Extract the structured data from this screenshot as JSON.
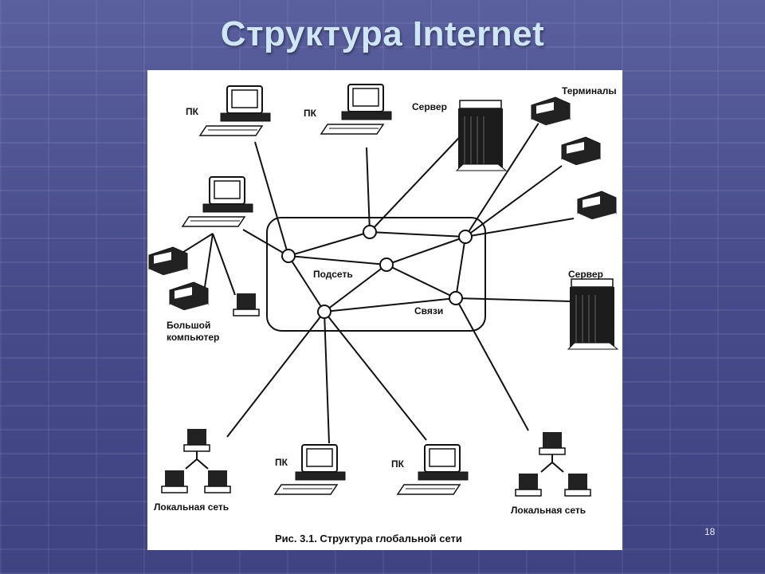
{
  "slide": {
    "title": "Структура Internet",
    "page_number": "18"
  },
  "diagram": {
    "labels": {
      "pc_top_left": "ПК",
      "pc_top_mid": "ПК",
      "server_top": "Сервер",
      "terminals": "Терминалы",
      "server_right": "Сервер",
      "mainframe_line1": "Большой",
      "mainframe_line2": "компьютер",
      "subnet": "Подсеть",
      "links": "Связи",
      "pc_bottom_left": "ПК",
      "pc_bottom_right": "ПК",
      "lan_left": "Локальная сеть",
      "lan_right": "Локальная сеть"
    },
    "caption": "Рис. 3.1. Структура глобальной сети"
  }
}
